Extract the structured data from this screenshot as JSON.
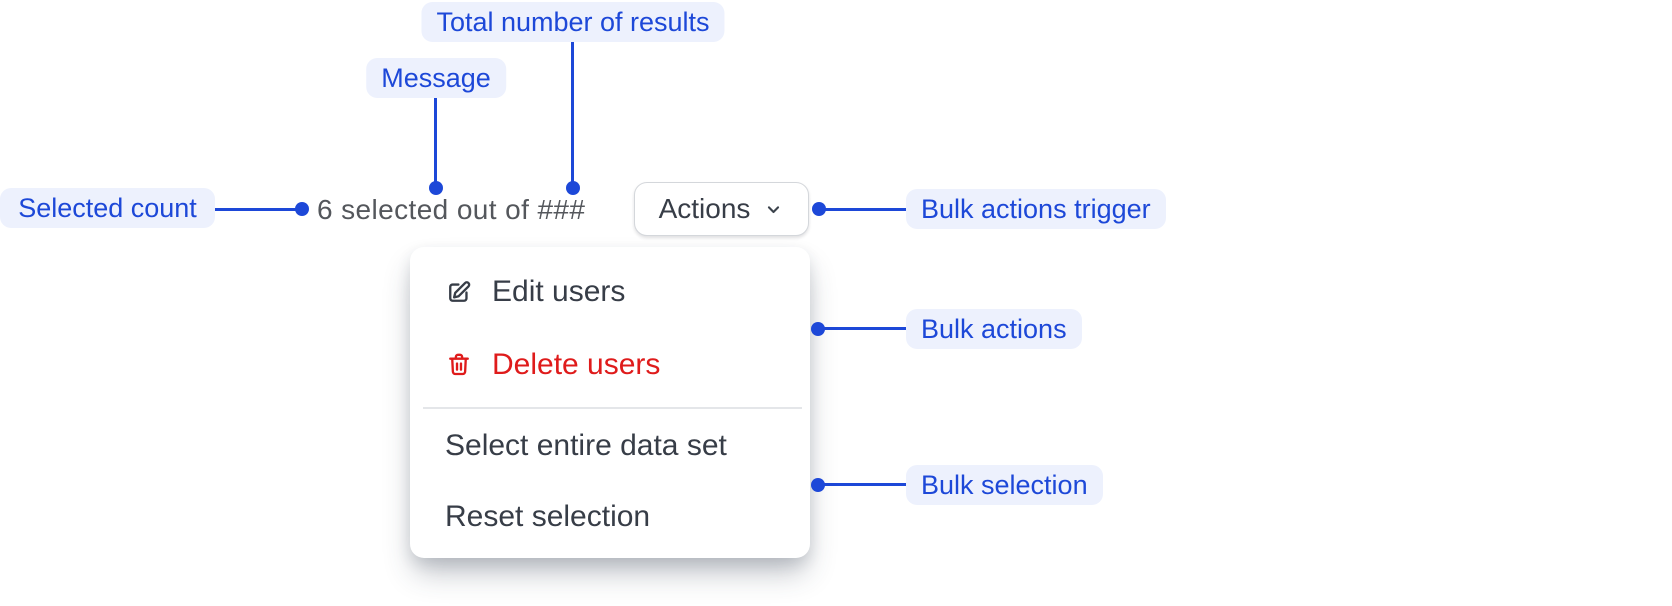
{
  "colors": {
    "accent": "#1d48d8",
    "label-bg": "#edf1fd",
    "danger": "#df1b1b",
    "text-dark": "#373d47",
    "text-muted": "#54575c",
    "button-border": "#d4d7db",
    "divider": "#e4e6e9",
    "canvas-bg": "#ffffff",
    "panel-bg": "#ffffff"
  },
  "annotations": {
    "total_results": "Total number of results",
    "message": "Message",
    "selected_count": "Selected count",
    "bulk_actions_trigger": "Bulk actions trigger",
    "bulk_actions": "Bulk actions",
    "bulk_selection": "Bulk selection"
  },
  "toolbar": {
    "selection_message": "6 selected out of ###",
    "actions_label": "Actions",
    "actions_icon": "chevron-down-icon"
  },
  "menu": {
    "edit_label": "Edit users",
    "edit_icon": "edit-icon",
    "delete_label": "Delete users",
    "delete_icon": "trash-icon",
    "select_all_label": "Select entire data set",
    "reset_label": "Reset selection"
  }
}
